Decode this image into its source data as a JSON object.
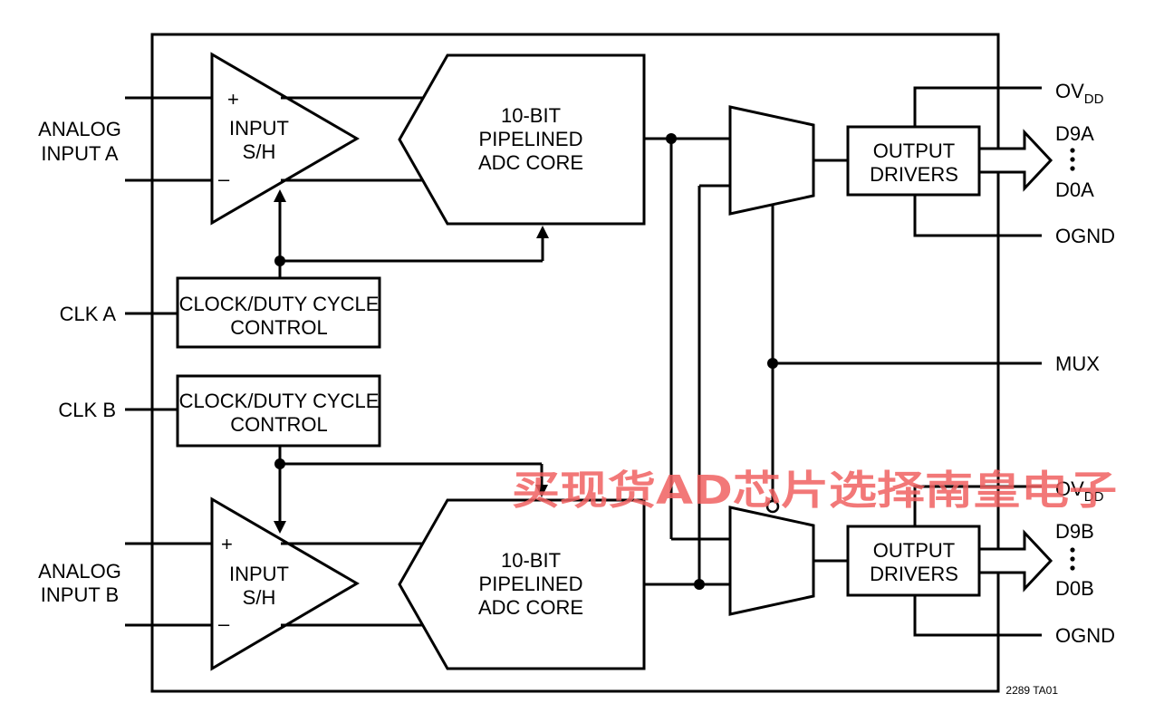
{
  "diagram": {
    "inputs": {
      "analog_a": [
        "ANALOG",
        "INPUT A"
      ],
      "analog_b": [
        "ANALOG",
        "INPUT B"
      ],
      "clk_a": "CLK A",
      "clk_b": "CLK B"
    },
    "sh_amp": {
      "label": [
        "INPUT",
        "S/H"
      ],
      "plus": "+",
      "minus": "–"
    },
    "adc_core": [
      "10-BIT",
      "PIPELINED",
      "ADC CORE"
    ],
    "clock_block": [
      "CLOCK/DUTY CYCLE",
      "CONTROL"
    ],
    "output_drivers": [
      "OUTPUT",
      "DRIVERS"
    ],
    "outputs": {
      "ov_dd": "OV",
      "ov_dd_sub": "DD",
      "d9a": "D9A",
      "d0a": "D0A",
      "ognd": "OGND",
      "mux": "MUX",
      "d9b": "D9B",
      "d0b": "D0B",
      "ellipsis": "⋮"
    },
    "figure_code": "2289 TA01",
    "watermark": "买现货AD芯片选择南皇电子"
  }
}
